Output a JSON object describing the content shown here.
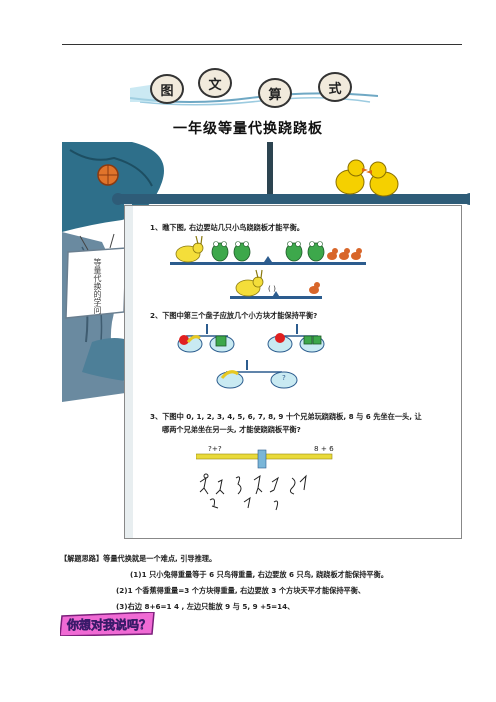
{
  "header": {
    "chars": [
      "图",
      "文",
      "算",
      "式"
    ]
  },
  "page_title": "一年级等量代换跷跷板",
  "sign_text": "等量代换的学问",
  "questions": {
    "q1": "1、瞧下图, 右边要站几只小鸟跷跷板才能平衡。",
    "q1_blank": "(     )",
    "q2": "2、下图中第三个盘子应放几个小方块才能保持平衡?",
    "q2_mark": "?",
    "q3_line1": "3、下图中 0, 1, 2, 3, 4, 5, 6, 7, 8, 9 十个兄弟玩跷跷板, 8 与 6 先坐在一头, 让",
    "q3_line2": "哪两个兄弟坐在另一头, 才能使跷跷板平衡?",
    "q3_left_label": "?+?",
    "q3_right_label": "8 + 6"
  },
  "solution": {
    "heading": "【解题思路】等量代换就是一个难点, 引导推理。",
    "step1": "(1)1 只小兔得重量等于 6 只鸟得重量, 右边要放 6 只鸟, 跷跷板才能保持平衡。",
    "step2": "(2)1 个香蕉得重量=3 个方块得重量, 右边要放 3 个方块天平才能保持平衡、",
    "step3": "(3)右边 8+6=1 4 , 左边只能放 9 与 5, 9 +5=14、"
  },
  "ask_banner": "你想对我说吗？",
  "colors": {
    "board_blue": "#2e5c78",
    "banana": "#f4de3a",
    "frog": "#3da84b",
    "bird": "#d8662a",
    "seesaw": "#e9da3a",
    "banner_pink": "#f06ad4"
  }
}
